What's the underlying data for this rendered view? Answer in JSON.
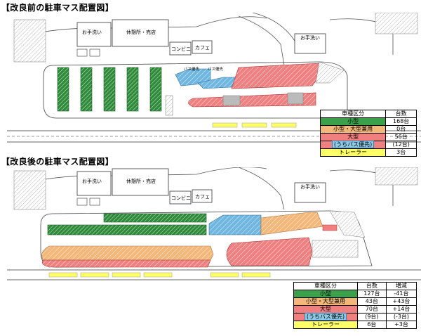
{
  "before": {
    "heading": "【改良前の駐車マス配置図】",
    "labels": {
      "restroom_left": "お手洗い",
      "rest_shop": "休憩所・売店",
      "convenience": "コンビニ",
      "cafe": "カフェ",
      "restroom_right": "お手洗い",
      "bus_priority_1": "バス優先",
      "bus_priority_2": "バス優先"
    },
    "legend": {
      "headers": [
        "車種区分",
        "台数"
      ],
      "rows": [
        {
          "category": "小型",
          "count": "168台",
          "color": "#3aa04a"
        },
        {
          "category": "小型・大型兼用",
          "count": "0台",
          "color": "#f4b77a"
        },
        {
          "category": "大型",
          "count": "56台",
          "color": "#f08080"
        },
        {
          "category": "(うちバス優先)",
          "count": "(12台)",
          "color": "#8ecae6"
        },
        {
          "category": "トレーラー",
          "count": "3台",
          "color": "#ffff66"
        }
      ]
    }
  },
  "after": {
    "heading": "【改良後の駐車マス配置図】",
    "labels": {
      "restroom_left": "お手洗い",
      "rest_shop": "休憩所・売店",
      "convenience": "コンビニ",
      "cafe": "カフェ",
      "restroom_right": "お手洗い"
    },
    "legend": {
      "headers": [
        "車種区分",
        "台数",
        "増減"
      ],
      "rows": [
        {
          "category": "小型",
          "count": "127台",
          "change": "-41台",
          "color": "#3aa04a"
        },
        {
          "category": "小型・大型兼用",
          "count": "43台",
          "change": "+43台",
          "color": "#f4b77a"
        },
        {
          "category": "大型",
          "count": "70台",
          "change": "+14台",
          "color": "#f08080"
        },
        {
          "category": "(うちバス優先)",
          "count": "(9台)",
          "change": "(-3台)",
          "color": "#8ecae6"
        },
        {
          "category": "トレーラー",
          "count": "6台",
          "change": "+3台",
          "color": "#ffff66"
        }
      ]
    }
  }
}
